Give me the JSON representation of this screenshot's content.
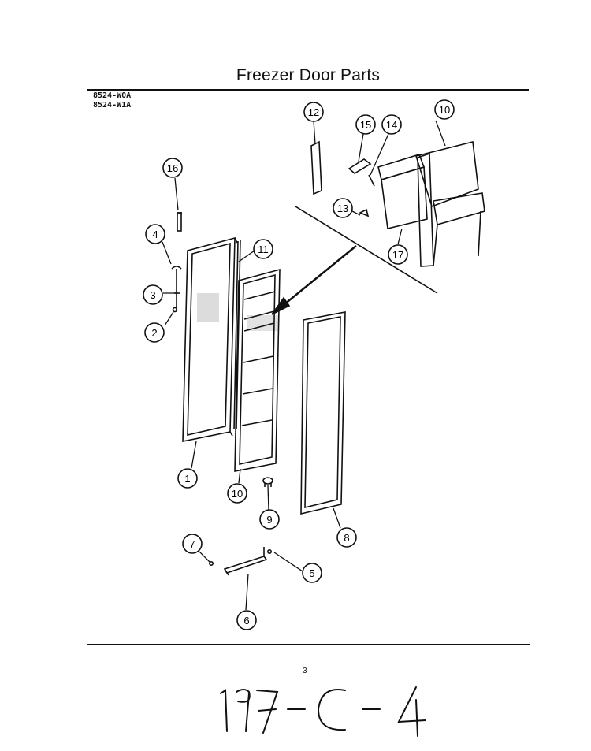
{
  "header": {
    "title": "Freezer Door Parts",
    "models": [
      "8524-W0A",
      "8524-W1A"
    ]
  },
  "callouts": [
    {
      "id": "1",
      "label": "1"
    },
    {
      "id": "2",
      "label": "2"
    },
    {
      "id": "3",
      "label": "3"
    },
    {
      "id": "4",
      "label": "4"
    },
    {
      "id": "5",
      "label": "5"
    },
    {
      "id": "6",
      "label": "6"
    },
    {
      "id": "7",
      "label": "7"
    },
    {
      "id": "8",
      "label": "8"
    },
    {
      "id": "9",
      "label": "9"
    },
    {
      "id": "10a",
      "label": "10"
    },
    {
      "id": "10b",
      "label": "10"
    },
    {
      "id": "11",
      "label": "11"
    },
    {
      "id": "12",
      "label": "12"
    },
    {
      "id": "13",
      "label": "13"
    },
    {
      "id": "14",
      "label": "14"
    },
    {
      "id": "15",
      "label": "15"
    },
    {
      "id": "16",
      "label": "16"
    },
    {
      "id": "17",
      "label": "17"
    }
  ],
  "footer": {
    "page_number": "3",
    "handwritten_note": "197-C-4"
  }
}
